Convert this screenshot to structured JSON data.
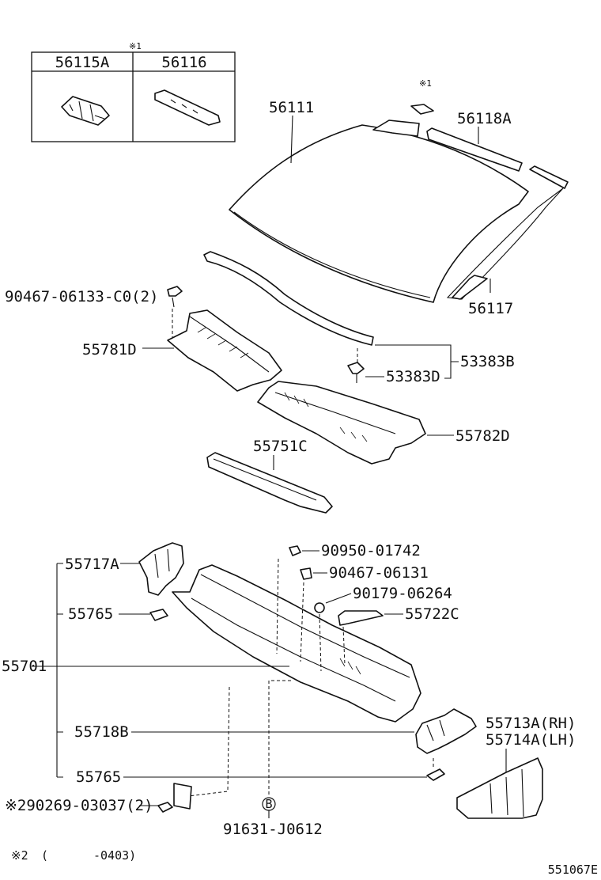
{
  "title_box": {
    "note_mark": "※1",
    "col1": "56115A",
    "col2": "56116"
  },
  "labels": {
    "p56111": "56111",
    "p56118A": "56118A",
    "note1": "※1",
    "p56117": "56117",
    "p90467_06133": "90467-06133-C0(2)",
    "p55781D": "55781D",
    "p53383B": "53383B",
    "p53383D": "53383D",
    "p55782D": "55782D",
    "p55751C": "55751C",
    "p90950": "90950-01742",
    "p55717A": "55717A",
    "p90467_06131": "90467-06131",
    "p90179": "90179-06264",
    "p55765a": "55765",
    "p55722C": "55722C",
    "p55701": "55701",
    "p55718B": "55718B",
    "p55713A": "55713A(RH)",
    "p55714A": "55714A(LH)",
    "p55765b": "55765",
    "p90269": "※290269-03037(2)",
    "circle_b": "B",
    "p91631": "91631-J0612"
  },
  "footnote": {
    "mark": "※2",
    "open": "(",
    "range": "-0403)"
  },
  "figure_id": "551067E"
}
